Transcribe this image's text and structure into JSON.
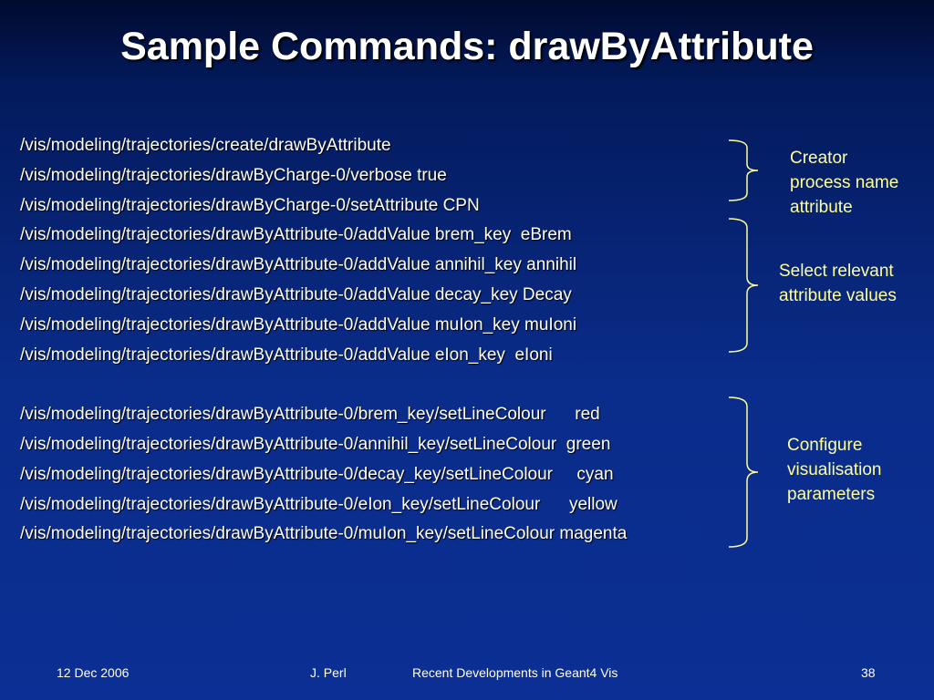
{
  "slide": {
    "title": "Sample Commands: drawByAttribute"
  },
  "commands": {
    "group1": [
      "/vis/modeling/trajectories/create/drawByAttribute",
      "/vis/modeling/trajectories/drawByCharge-0/verbose true",
      "/vis/modeling/trajectories/drawByCharge-0/setAttribute CPN",
      "/vis/modeling/trajectories/drawByAttribute-0/addValue brem_key  eBrem",
      "/vis/modeling/trajectories/drawByAttribute-0/addValue annihil_key annihil",
      "/vis/modeling/trajectories/drawByAttribute-0/addValue decay_key Decay",
      "/vis/modeling/trajectories/drawByAttribute-0/addValue muIon_key muIoni",
      "/vis/modeling/trajectories/drawByAttribute-0/addValue eIon_key  eIoni"
    ],
    "group2": [
      "/vis/modeling/trajectories/drawByAttribute-0/brem_key/setLineColour      red",
      "/vis/modeling/trajectories/drawByAttribute-0/annihil_key/setLineColour  green",
      "/vis/modeling/trajectories/drawByAttribute-0/decay_key/setLineColour     cyan",
      "/vis/modeling/trajectories/drawByAttribute-0/eIon_key/setLineColour      yellow",
      "/vis/modeling/trajectories/drawByAttribute-0/muIon_key/setLineColour magenta"
    ]
  },
  "annotations": {
    "creator": [
      "Creator",
      "process name",
      "attribute"
    ],
    "select": [
      "Select relevant",
      "attribute values"
    ],
    "configure": [
      "Configure",
      "visualisation",
      "parameters"
    ]
  },
  "footer": {
    "date": "12 Dec 2006",
    "author": "J. Perl",
    "talk_title": "Recent Developments in Geant4 Vis",
    "page_number": "38"
  },
  "colors": {
    "text": "#ffffff",
    "annotation_text": "#ffff99",
    "brace": "#ffff99",
    "background_top": "#000a2e",
    "background_bottom": "#0b2f94"
  }
}
